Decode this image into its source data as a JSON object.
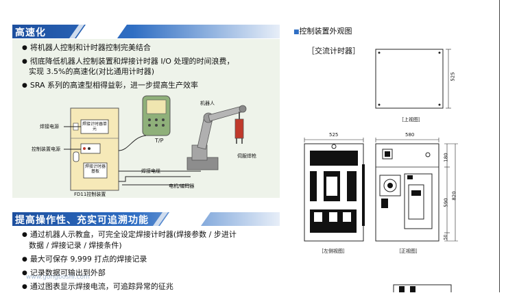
{
  "section1": {
    "title": "高速化",
    "bullets": [
      "将机器人控制和计时器控制完美结合",
      "彻底降低机器人控制装置和焊接计时器 I/O 处理的时间浪费，",
      "SRA 系列的高速型相得益彰，进一步提高生产效率"
    ],
    "bullet2_cont": "实现 3.5%的高速化(对比通用计时器)"
  },
  "diagram": {
    "weld_power": "焊接电源",
    "ctrl_power": "控制装置电源",
    "weld_timer_box": "焊接计时器单元",
    "weld_ctrl_box": "焊接计时器基板",
    "tp": "T/P",
    "robot": "机器人",
    "servo_gun": "伺服焊枪",
    "weld_cable": "焊接电缆",
    "motor_encoder": "电机/编码器",
    "controller": "FD11控制装置"
  },
  "section2": {
    "title": "提高操作性、充实可追溯功能",
    "bullets": [
      "通过机器人示教盒，可完全设定焊接计时器(焊接参数 / 步进计",
      "最大可保存 9,999 打点的焊接记录",
      "记录数据可输出到外部",
      "通过图表显示焊接电流，可追踪异常的征兆"
    ],
    "bullet1_cont": "数据 / 焊接记录 / 焊接条件)"
  },
  "right": {
    "heading": "控制装置外观图",
    "timer_label": "［交流计时器］",
    "top_view": "［上视图］",
    "left_view": "［左侧视图］",
    "front_view": "［正视图］",
    "dims": {
      "d525_v": "525",
      "d525_h": "525",
      "d580": "580",
      "d180": "180",
      "d590": "590",
      "d820": "820",
      "d50": "50"
    }
  },
  "watermark": "www.gongboshi.com",
  "colors": {
    "header_blue": "#1d4f9e",
    "panel_bg": "#eef3ea",
    "cabinet_yellow": "#f6e9b8",
    "robot_gray": "#9a9a9a",
    "tp_green": "#8fb07a",
    "gun_red": "#c0392b"
  }
}
